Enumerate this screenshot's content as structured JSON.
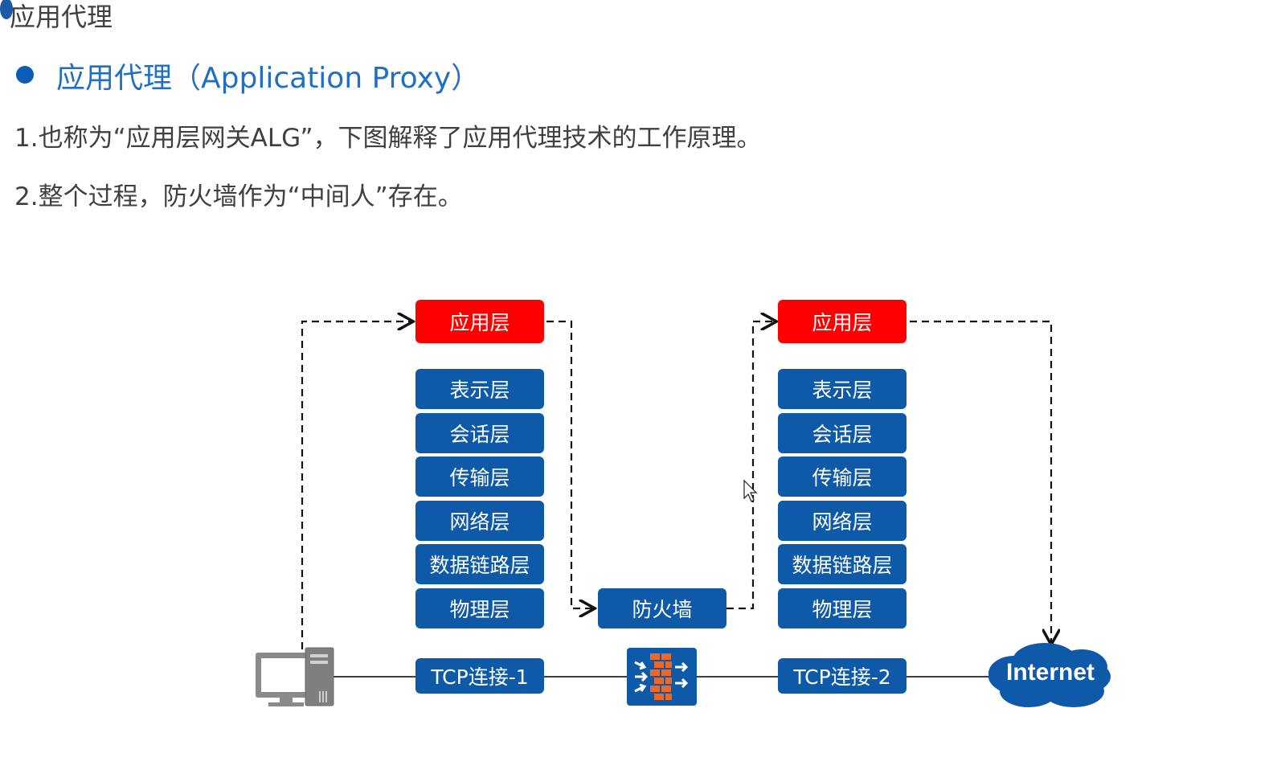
{
  "page": {
    "top_title": "应用代理",
    "heading": "应用代理（Application Proxy）",
    "paragraphs": [
      "1.也称为“应用层网关ALG”，下图解释了应用代理技术的工作原理。",
      "2.整个过程，防火墙作为“中间人”存在。"
    ]
  },
  "diagram": {
    "left_stack": {
      "application_layer": "应用层",
      "layers": [
        "表示层",
        "会话层",
        "传输层",
        "网络层",
        "数据链路层",
        "物理层"
      ]
    },
    "right_stack": {
      "application_layer": "应用层",
      "layers": [
        "表示层",
        "会话层",
        "传输层",
        "网络层",
        "数据链路层",
        "物理层"
      ]
    },
    "firewall_layer": "防火墙",
    "tcp_connections": [
      "TCP连接-1",
      "TCP连接-2"
    ],
    "internet_label": "Internet",
    "icons": {
      "computer": "desktop-computer-icon",
      "firewall": "firewall-icon",
      "internet": "internet-cloud-icon",
      "cursor": "mouse-cursor-icon"
    }
  },
  "colors": {
    "layer_blue": "#0f5aa8",
    "application_red": "#ff0000",
    "heading_blue": "#1f6fc5",
    "firewall_orange": "#f26522"
  }
}
